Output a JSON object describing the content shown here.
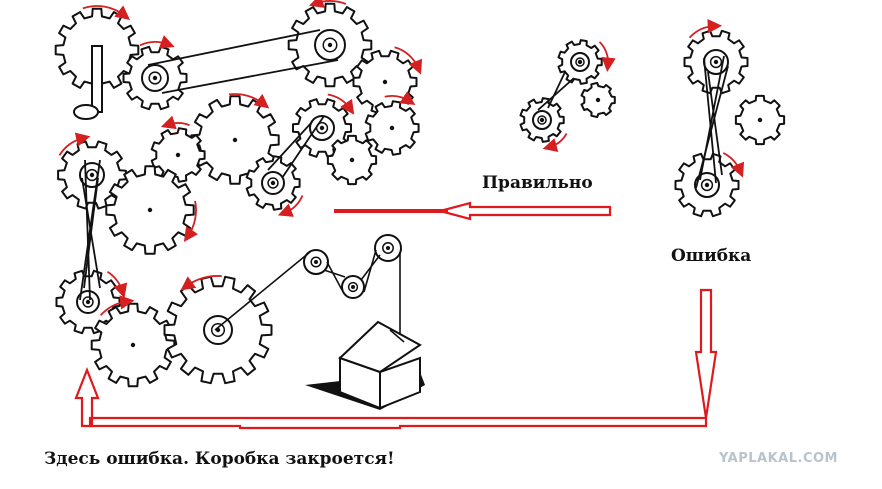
{
  "labels": {
    "correct": "Правильно",
    "error": "Ошибка",
    "caption": "Здесь ошибка.  Коробка закроется!"
  },
  "watermark": "YAPLAKAL.COM",
  "colors": {
    "arrow": "#e0191d",
    "ink": "#111111",
    "rotation_arrow": "#d42020",
    "watermark": "#b9c3cc"
  },
  "icons": [
    "gear-icon",
    "pulley-icon",
    "crank-handle-icon",
    "box-icon",
    "rotation-arrow-icon",
    "red-arrow-icon"
  ]
}
